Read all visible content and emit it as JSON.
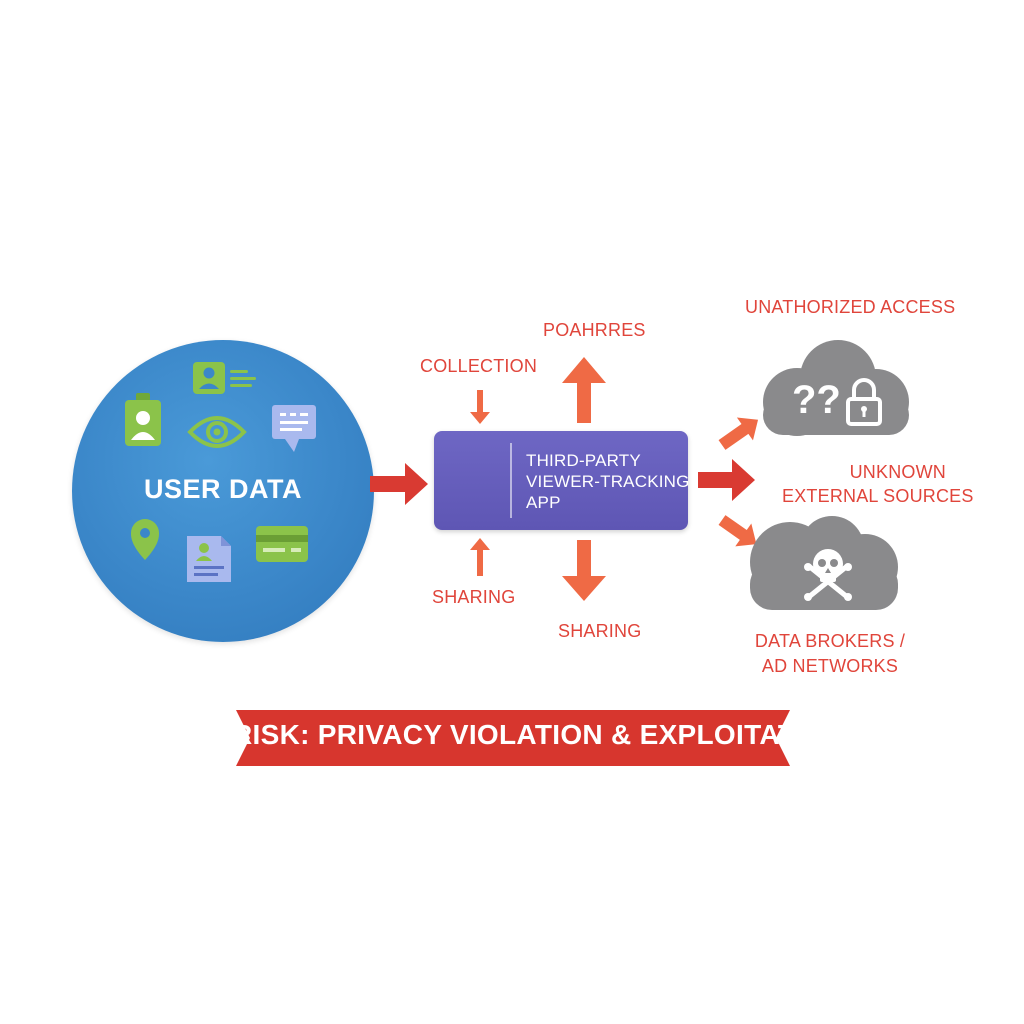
{
  "user_data": {
    "label": "USER DATA"
  },
  "app": {
    "line1": "THIRD-PARTY",
    "line2": "VIEWER-TRACKING",
    "line3": "APP"
  },
  "flows": {
    "collection": "COLLECTION",
    "top": "POAHRRES",
    "sharing_left": "SHARING",
    "sharing_bottom": "SHARING"
  },
  "destinations": {
    "unauthorized": "UNATHORIZED ACCESS",
    "unknown_line1": "UNKNOWN",
    "unknown_line2": "EXTERNAL SOURCES",
    "brokers_line1": "DATA BROKERS /",
    "brokers_line2": "AD NETWORKS",
    "cloud_marks": "??"
  },
  "banner": {
    "text": "RISK: PRIVACY VIOLATION & EXPLOITATION"
  },
  "colors": {
    "circle_blue": "#3b87c9",
    "app_purple": "#6a63c0",
    "arrow_red": "#d93a32",
    "arrow_orange": "#ef6a45",
    "label_red": "#e0453b",
    "cloud_gray": "#8a8a8c",
    "icon_green": "#8bc34a",
    "icon_lavender": "#a9b9ee"
  },
  "icons": [
    "id-badge-icon",
    "profile-card-icon",
    "eye-icon",
    "chat-bubble-icon",
    "location-pin-icon",
    "document-icon",
    "credit-card-icon",
    "magnifier-icon",
    "padlock-icon",
    "skull-crossbones-icon"
  ]
}
